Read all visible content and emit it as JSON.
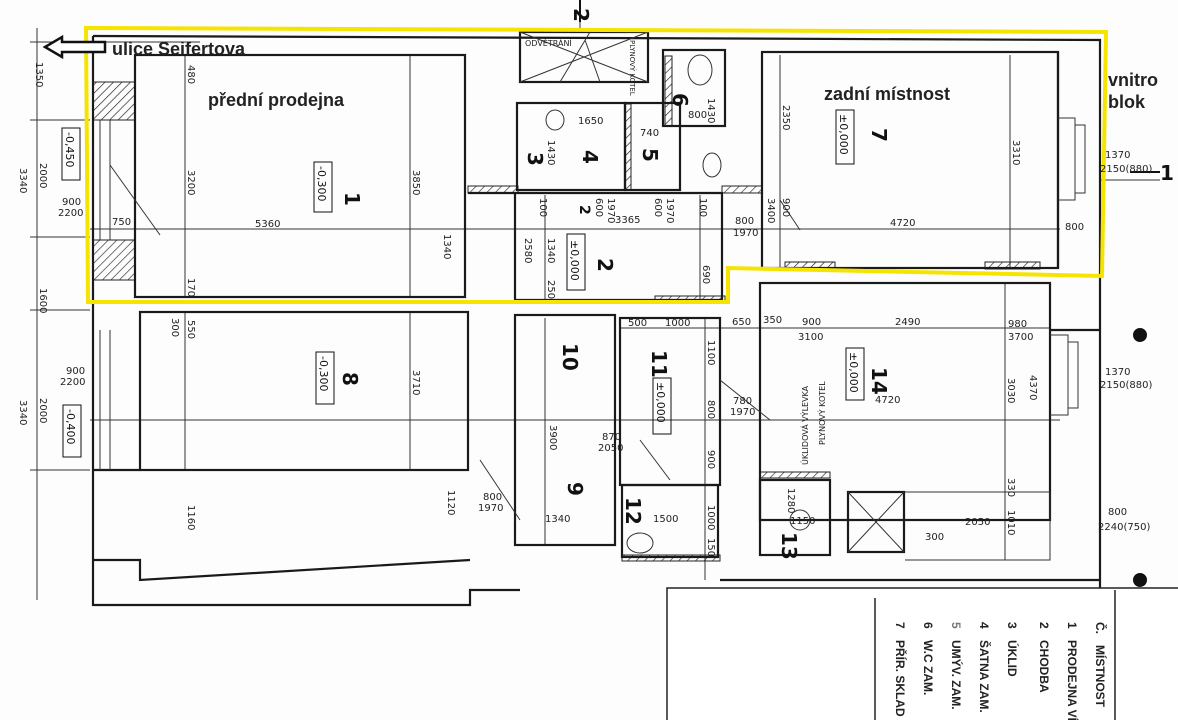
{
  "overlay": {
    "street": "ulice Seifertova",
    "front_shop": "přední prodejna",
    "back_room": "zadní místnost",
    "inner_block_1": "vnitro",
    "inner_block_2": "blok",
    "highlight_color": "#f5e400"
  },
  "section_marks": {
    "top": "2",
    "right": "1"
  },
  "rooms": [
    "1",
    "2",
    "3",
    "4",
    "5",
    "6",
    "7",
    "8",
    "9",
    "10",
    "11",
    "12",
    "13",
    "14",
    "2"
  ],
  "levels": [
    "-0,300",
    "±0,000",
    "±0,000",
    "-0,300",
    "±0,000",
    "±0,000",
    "-0,450",
    "-0,400"
  ],
  "labels": {
    "vent": "ODVĚTRÁNÍ",
    "boiler": "PLYNOVÝ KOTEL",
    "sink": "ÚKLIDOVÁ VÝLEVKA",
    "kotel_small": "PLYNOVÝ KOTEL"
  },
  "dims": [
    "1350",
    "3340",
    "2000",
    "900",
    "2200",
    "750",
    "5360",
    "480",
    "3200",
    "170",
    "3850",
    "1340",
    "1600",
    "3340",
    "2000",
    "900",
    "2200",
    "300",
    "550",
    "3710",
    "1160",
    "1120",
    "1650",
    "1430",
    "740",
    "800",
    "1430",
    "3365",
    "2580",
    "1340",
    "250",
    "690",
    "2350",
    "3310",
    "4720",
    "800",
    "3400",
    "900",
    "800",
    "1970",
    "1370",
    "2150(880)",
    "500",
    "1000",
    "650",
    "350",
    "900",
    "2490",
    "3100",
    "980",
    "3700",
    "1100",
    "800",
    "900",
    "4720",
    "3030",
    "4370",
    "780",
    "1970",
    "3900",
    "870",
    "2050",
    "1340",
    "800",
    "1970",
    "1500",
    "1000",
    "150",
    "1280",
    "1150",
    "2050",
    "300",
    "800",
    "2240(750)",
    "1370",
    "2150(880)",
    "1010",
    "330",
    "600",
    "1970",
    "100",
    "600",
    "1970",
    "100"
  ],
  "legend": {
    "header_no": "Č.",
    "header_room": "MÍSTNOST",
    "rows": [
      {
        "no": "1",
        "name": "PRODEJNA VÍN Z"
      },
      {
        "no": "2",
        "name": "CHODBA"
      },
      {
        "no": "3",
        "name": "ÚKLID"
      },
      {
        "no": "4",
        "name": "ŠATNA ZAM."
      },
      {
        "no": "5",
        "name": "UMÝV. ZAM."
      },
      {
        "no": "6",
        "name": "W.C ZAM."
      },
      {
        "no": "7",
        "name": "PŘÍR. SKLAD"
      }
    ]
  }
}
